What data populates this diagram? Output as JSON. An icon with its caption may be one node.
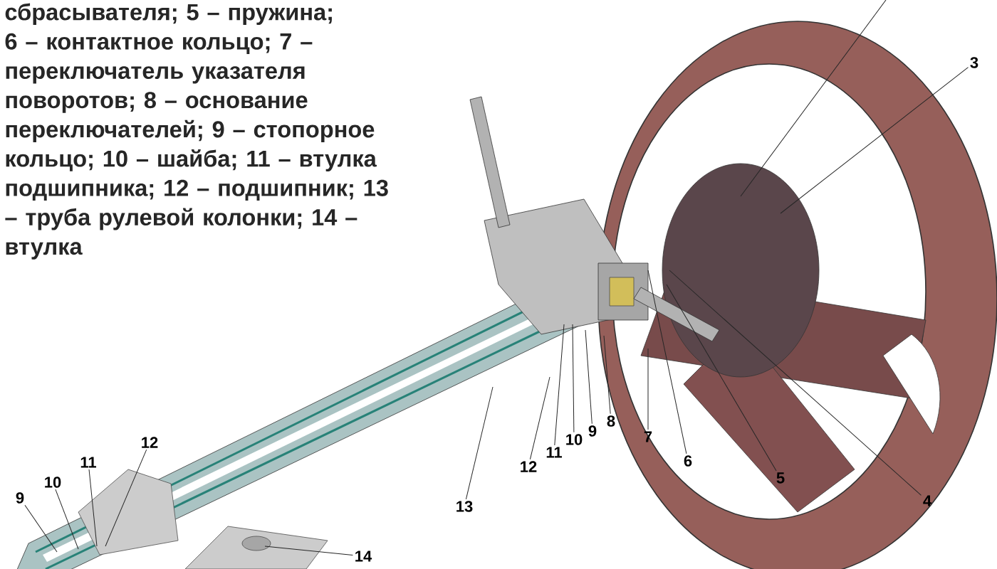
{
  "diagram": {
    "caption": "сбрасывателя; 5 – пружина; 6 – контактное кольцо; 7 – переключатель указателя поворотов; 8 – основание переключателей; 9 – стопорное кольцо; 10 – шайба; 11 – втулка подшипника; 12 – подшипник; 13 – труба рулевой колонки; 14 – втулка",
    "nodes": [
      {
        "text": [
          "3"
        ]
      },
      {
        "text": [
          "4"
        ]
      },
      {
        "text": [
          "5"
        ]
      },
      {
        "text": [
          "6"
        ]
      },
      {
        "text": [
          "7"
        ]
      },
      {
        "text": [
          "8"
        ]
      },
      {
        "text": [
          "9"
        ]
      },
      {
        "text": [
          "10"
        ]
      },
      {
        "text": [
          "11"
        ]
      },
      {
        "text": [
          "12"
        ]
      },
      {
        "text": [
          "13"
        ]
      },
      {
        "text": [
          "9"
        ]
      },
      {
        "text": [
          "10"
        ]
      },
      {
        "text": [
          "11"
        ]
      },
      {
        "text": [
          "12"
        ]
      },
      {
        "text": [
          "14"
        ]
      }
    ],
    "edges": [
      {
        "from": 0,
        "to": null,
        "arrow": "none"
      },
      {
        "from": 1,
        "to": null,
        "arrow": "none"
      },
      {
        "from": 2,
        "to": null,
        "arrow": "none"
      },
      {
        "from": 3,
        "to": null,
        "arrow": "none"
      },
      {
        "from": 4,
        "to": null,
        "arrow": "none"
      },
      {
        "from": 5,
        "to": null,
        "arrow": "none"
      },
      {
        "from": 6,
        "to": null,
        "arrow": "none"
      },
      {
        "from": 7,
        "to": null,
        "arrow": "none"
      },
      {
        "from": 8,
        "to": null,
        "arrow": "none"
      },
      {
        "from": 9,
        "to": null,
        "arrow": "none"
      },
      {
        "from": 10,
        "to": null,
        "arrow": "none"
      },
      {
        "from": 11,
        "to": null,
        "arrow": "none"
      },
      {
        "from": 12,
        "to": null,
        "arrow": "none"
      },
      {
        "from": 13,
        "to": null,
        "arrow": "none"
      },
      {
        "from": 14,
        "to": null,
        "arrow": "none"
      },
      {
        "from": 15,
        "to": null,
        "arrow": "none"
      }
    ]
  }
}
